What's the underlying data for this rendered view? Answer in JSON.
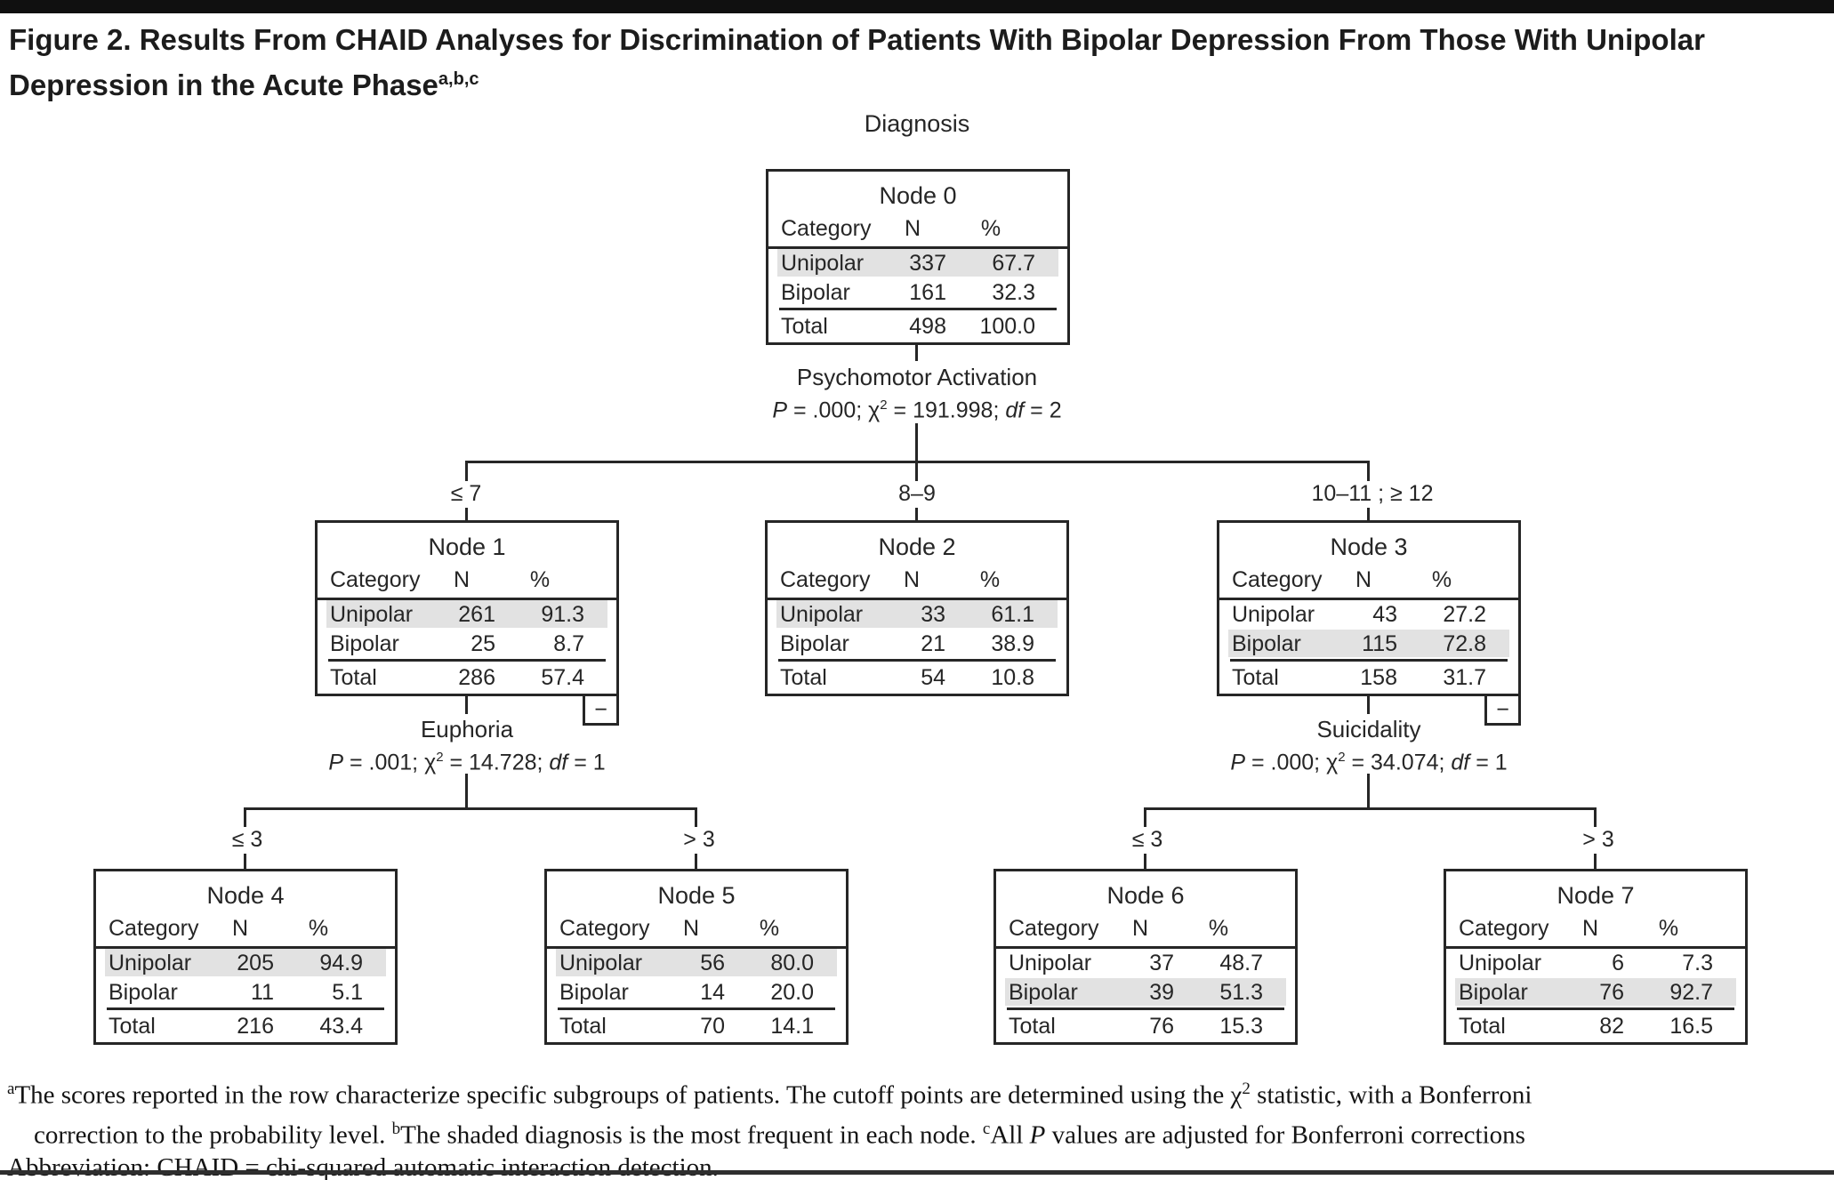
{
  "figure": {
    "title_line1": "Figure 2. Results From CHAID Analyses for Discrimination of Patients With Bipolar Depression From Those With Unipolar",
    "title_line2": "Depression in the Acute Phase",
    "title_superscript": "a,b,c",
    "root_label": "Diagnosis"
  },
  "colors": {
    "row_shade": "#e2e2e2",
    "ink": "#262626"
  },
  "table_headers": {
    "category": "Category",
    "n": "N",
    "pct": "%"
  },
  "row_labels": {
    "unipolar": "Unipolar",
    "bipolar": "Bipolar",
    "total": "Total"
  },
  "symbols": {
    "p": "P",
    "chi": "χ",
    "sup_two": "2",
    "df": "df",
    "collapse_minus": "−"
  },
  "splits": {
    "psychomotor": {
      "variable": "Psychomotor Activation",
      "p": ".000",
      "chi2": "191.998",
      "df": "2",
      "after_p": " = .000; ",
      "after_chi": " = 191.998; ",
      "after_df": " = 2"
    },
    "euphoria": {
      "variable": "Euphoria",
      "p": ".001",
      "chi2": "14.728",
      "df": "1",
      "after_p": " = .001; ",
      "after_chi": " = 14.728; ",
      "after_df": " = 1"
    },
    "suicidality": {
      "variable": "Suicidality",
      "p": ".000",
      "chi2": "34.074",
      "df": "1",
      "after_p": " = .000; ",
      "after_chi": " = 34.074; ",
      "after_df": " = 1"
    }
  },
  "branches": {
    "root": [
      "≤ 7",
      "8–9",
      "10–11 ; ≥ 12"
    ],
    "euphoria": [
      "≤ 3",
      "> 3"
    ],
    "suicidality": [
      "≤ 3",
      "> 3"
    ]
  },
  "nodes": [
    {
      "title": "Node 0",
      "shaded": "unipolar",
      "collapsible": false,
      "rows": {
        "unipolar": {
          "n": "337",
          "pct": "67.7"
        },
        "bipolar": {
          "n": "161",
          "pct": "32.3"
        },
        "total": {
          "n": "498",
          "pct": "100.0"
        }
      }
    },
    {
      "title": "Node 1",
      "shaded": "unipolar",
      "collapsible": true,
      "rows": {
        "unipolar": {
          "n": "261",
          "pct": "91.3"
        },
        "bipolar": {
          "n": "25",
          "pct": "8.7"
        },
        "total": {
          "n": "286",
          "pct": "57.4"
        }
      }
    },
    {
      "title": "Node 2",
      "shaded": "unipolar",
      "collapsible": false,
      "rows": {
        "unipolar": {
          "n": "33",
          "pct": "61.1"
        },
        "bipolar": {
          "n": "21",
          "pct": "38.9"
        },
        "total": {
          "n": "54",
          "pct": "10.8"
        }
      }
    },
    {
      "title": "Node 3",
      "shaded": "bipolar",
      "collapsible": true,
      "rows": {
        "unipolar": {
          "n": "43",
          "pct": "27.2"
        },
        "bipolar": {
          "n": "115",
          "pct": "72.8"
        },
        "total": {
          "n": "158",
          "pct": "31.7"
        }
      }
    },
    {
      "title": "Node 4",
      "shaded": "unipolar",
      "collapsible": false,
      "rows": {
        "unipolar": {
          "n": "205",
          "pct": "94.9"
        },
        "bipolar": {
          "n": "11",
          "pct": "5.1"
        },
        "total": {
          "n": "216",
          "pct": "43.4"
        }
      }
    },
    {
      "title": "Node 5",
      "shaded": "unipolar",
      "collapsible": false,
      "rows": {
        "unipolar": {
          "n": "56",
          "pct": "80.0"
        },
        "bipolar": {
          "n": "14",
          "pct": "20.0"
        },
        "total": {
          "n": "70",
          "pct": "14.1"
        }
      }
    },
    {
      "title": "Node 6",
      "shaded": "bipolar",
      "collapsible": false,
      "rows": {
        "unipolar": {
          "n": "37",
          "pct": "48.7"
        },
        "bipolar": {
          "n": "39",
          "pct": "51.3"
        },
        "total": {
          "n": "76",
          "pct": "15.3"
        }
      }
    },
    {
      "title": "Node 7",
      "shaded": "bipolar",
      "collapsible": false,
      "rows": {
        "unipolar": {
          "n": "6",
          "pct": "7.3"
        },
        "bipolar": {
          "n": "76",
          "pct": "92.7"
        },
        "total": {
          "n": "82",
          "pct": "16.5"
        }
      }
    }
  ],
  "footnotes": {
    "sup_a": "a",
    "a_part1": "The scores reported in the row characterize specific subgroups of patients. The cutoff points are determined using the ",
    "chi": "χ",
    "chi_sup": "2",
    "a_part2": " statistic, with a Bonferroni",
    "a_part3": "correction to the probability level. ",
    "sup_b": "b",
    "b_text": "The shaded diagnosis is the most frequent in each node. ",
    "sup_c": "c",
    "c_part1": "All ",
    "c_p": "P",
    "c_part2": " values are adjusted for Bonferroni corrections",
    "abbreviation": "Abbreviation: CHAID = chi-squared automatic interaction detection."
  }
}
